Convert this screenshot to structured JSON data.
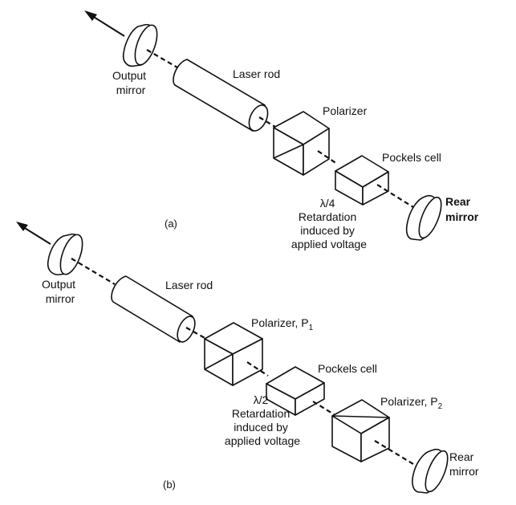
{
  "figure": {
    "panel_a": {
      "caption": "(a)",
      "output_mirror": [
        "Output",
        "mirror"
      ],
      "laser_rod": "Laser rod",
      "polarizer": "Polarizer",
      "pockels_cell": "Pockels cell",
      "retardation": [
        "λ/4",
        "Retardation",
        "induced by",
        "applied voltage"
      ],
      "rear_mirror": [
        "Rear",
        "mirror"
      ]
    },
    "panel_b": {
      "caption": "(b)",
      "output_mirror": [
        "Output",
        "mirror"
      ],
      "laser_rod": "Laser rod",
      "polarizer_1": "Polarizer, P",
      "polarizer_1_sub": "1",
      "pockels_cell": "Pockels cell",
      "retardation": [
        "λ/2",
        "Retardation",
        "induced by",
        "applied voltage"
      ],
      "polarizer_2": "Polarizer, P",
      "polarizer_2_sub": "2",
      "rear_mirror": [
        "Rear",
        "mirror"
      ]
    }
  }
}
